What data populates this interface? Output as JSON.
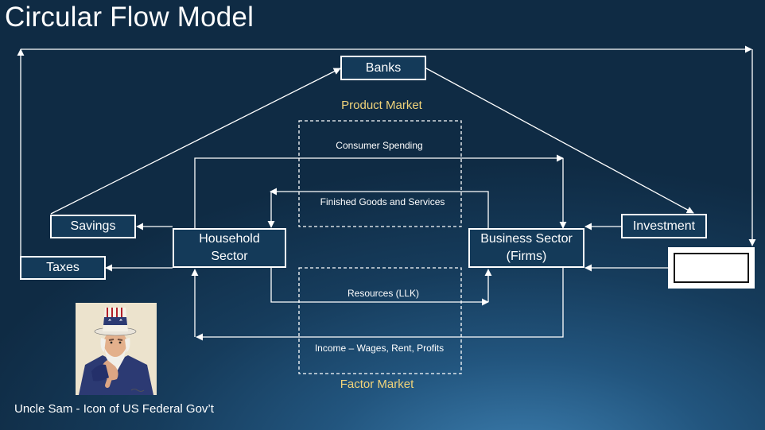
{
  "slide": {
    "title": "Circular Flow Model"
  },
  "nodes": {
    "banks": "Banks",
    "savings": "Savings",
    "taxes": "Taxes",
    "household": "Household Sector",
    "business": "Business Sector (Firms)",
    "investment": "Investment",
    "government": ""
  },
  "markets": {
    "product": "Product Market",
    "factor": "Factor Market"
  },
  "flows": {
    "consumer_spending": "Consumer Spending",
    "finished_goods": "Finished Goods and Services",
    "resources": "Resources (LLK)",
    "income": "Income – Wages, Rent, Profits"
  },
  "image": {
    "icon": "uncle-sam-poster"
  },
  "caption": "Uncle Sam -  Icon of US Federal Gov’t",
  "colors": {
    "market_label": "#f0d37a",
    "line": "#ffffff"
  }
}
